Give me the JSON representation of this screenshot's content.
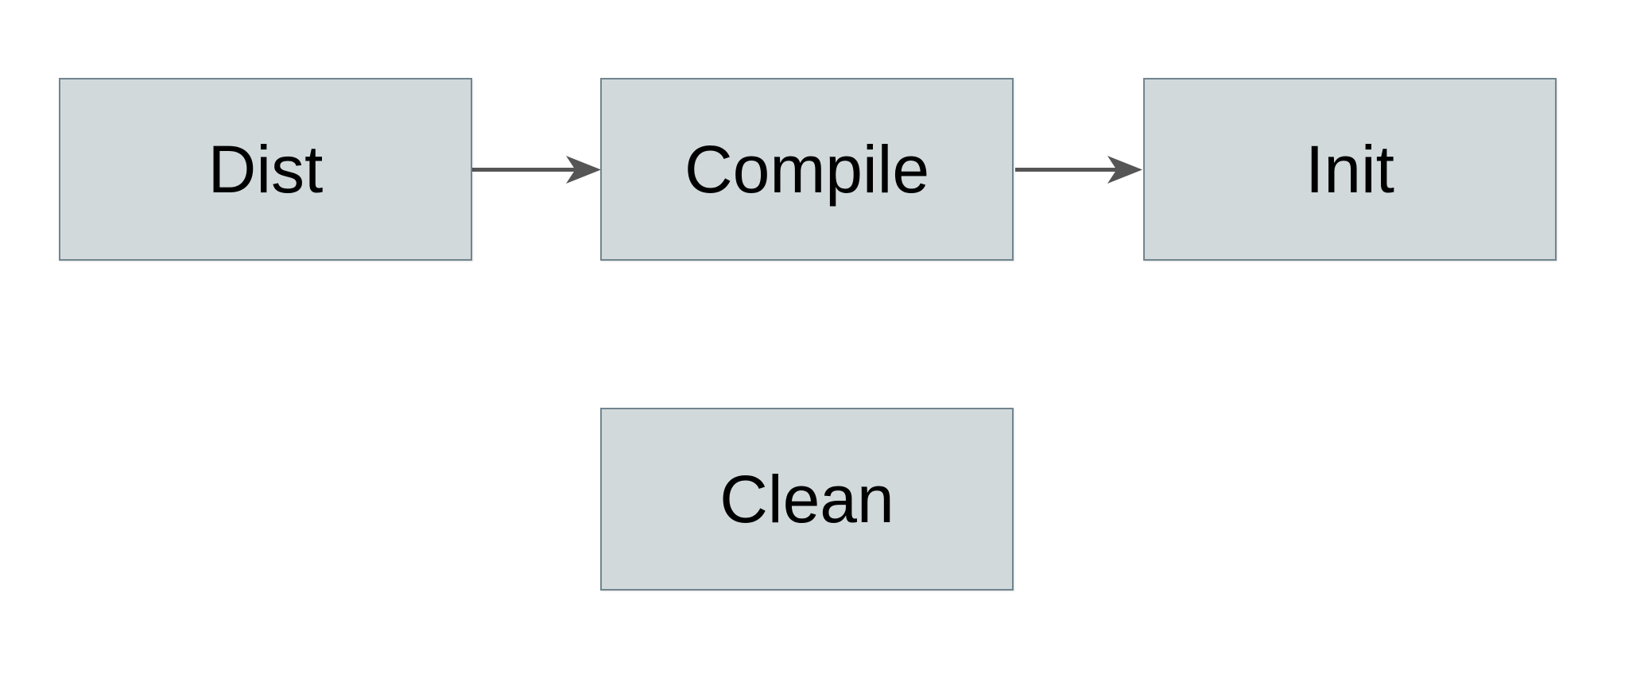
{
  "diagram": {
    "type": "flowchart",
    "background_color": "#ffffff",
    "node_fill_color": "#d1d9db",
    "node_border_color": "#71858f",
    "node_text_color": "#000000",
    "arrow_color": "#555555",
    "nodes": [
      {
        "id": "dist",
        "label": "Dist"
      },
      {
        "id": "compile",
        "label": "Compile"
      },
      {
        "id": "init",
        "label": "Init"
      },
      {
        "id": "clean",
        "label": "Clean"
      }
    ],
    "edges": [
      {
        "from": "dist",
        "to": "compile",
        "direction": "right"
      },
      {
        "from": "compile",
        "to": "init",
        "direction": "right"
      }
    ]
  }
}
